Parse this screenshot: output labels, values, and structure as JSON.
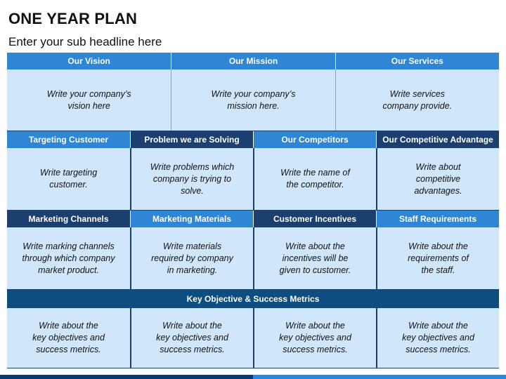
{
  "page": {
    "title": "ONE YEAR PLAN",
    "subtitle": "Enter your sub headline here"
  },
  "row1": {
    "headers": [
      "Our Vision",
      "Our Mission",
      "Our Services"
    ],
    "cells": [
      "Write your company’s\nvision here",
      "Write your company’s\nmission here.",
      "Write services\ncompany provide."
    ]
  },
  "row2": {
    "headers": [
      "Targeting Customer",
      "Problem we are Solving",
      "Our Competitors",
      "Our Competitive Advantage"
    ],
    "cells": [
      "Write targeting\ncustomer.",
      "Write problems which\ncompany is trying to\nsolve.",
      "Write the name of\nthe competitor.",
      "Write about\ncompetitive\nadvantages."
    ]
  },
  "row3": {
    "headers": [
      "Marketing Channels",
      "Marketing Materials",
      "Customer Incentives",
      "Staff Requirements"
    ],
    "cells": [
      "Write marking channels\nthrough which company\nmarket product.",
      "Write materials\nrequired by company\nin marketing.",
      "Write about the\nincentives will be\ngiven to customer.",
      "Write about the\nrequirements of\nthe staff."
    ]
  },
  "row4": {
    "header": "Key Objective & Success Metrics",
    "cells": [
      "Write about the\nkey objectives and\nsuccess metrics.",
      "Write about the\nkey objectives and\nsuccess metrics.",
      "Write about the\nkey objectives and\nsuccess metrics.",
      "Write about the\nkey objectives and\nsuccess metrics."
    ]
  },
  "colors": {
    "header_light": "#2e86d4",
    "header_dark": "#1b3f6e",
    "header_full": "#0e4d80",
    "cell_bg": "#cfe6fb"
  }
}
